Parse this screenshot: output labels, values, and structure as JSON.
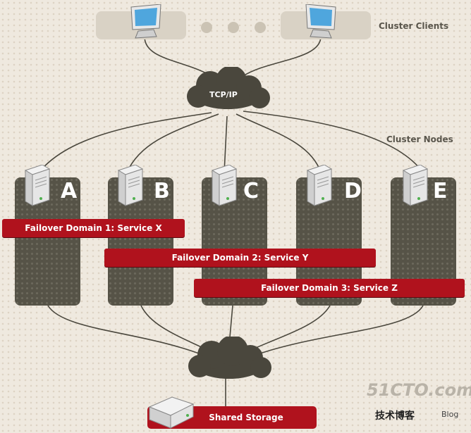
{
  "labels": {
    "cluster_clients": "Cluster Clients",
    "cluster_nodes": "Cluster Nodes",
    "tcpip": "TCP/IP",
    "shared_storage": "Shared Storage"
  },
  "nodes": [
    "A",
    "B",
    "C",
    "D",
    "E"
  ],
  "failover_domains": [
    {
      "label": "Failover Domain 1: Service X",
      "members": [
        "A",
        "B"
      ]
    },
    {
      "label": "Failover Domain 2: Service Y",
      "members": [
        "B",
        "C",
        "D"
      ]
    },
    {
      "label": "Failover Domain 3: Service Z",
      "members": [
        "C",
        "D",
        "E"
      ]
    }
  ],
  "watermark": {
    "main": "51CTO.com",
    "sub": "技术博客",
    "blog": "Blog"
  },
  "colors": {
    "background": "#efe9df",
    "node_column": "#565347",
    "domain_bar": "#b0121d",
    "cloud": "#4a473d",
    "connection_line": "#4a473d"
  },
  "icons": [
    "monitor-icon",
    "server-icon",
    "cloud-icon",
    "storage-drive-icon"
  ]
}
